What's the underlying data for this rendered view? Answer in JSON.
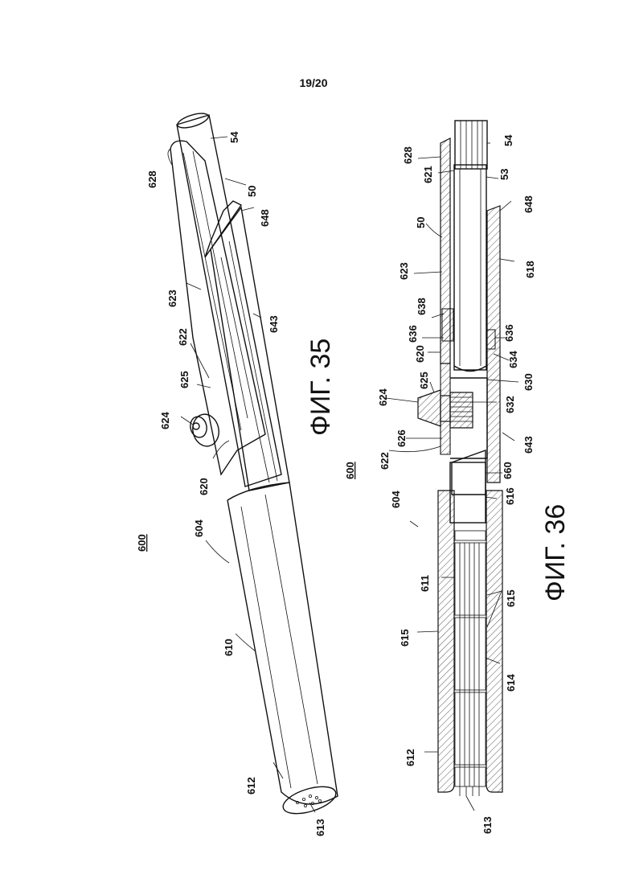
{
  "page": {
    "number": "19/20"
  },
  "figures": [
    {
      "id": "fig35",
      "caption": "ФИГ. 35",
      "assembly_ref": "600"
    },
    {
      "id": "fig36",
      "caption": "ФИГ. 36",
      "assembly_ref": "600"
    }
  ],
  "fig35_labels": {
    "l54": "54",
    "l628": "628",
    "l50": "50",
    "l648": "648",
    "l623": "623",
    "l643": "643",
    "l622": "622",
    "l625": "625",
    "l624": "624",
    "l620": "620",
    "l604": "604",
    "l600": "600",
    "l610": "610",
    "l612": "612",
    "l613": "613"
  },
  "fig36_labels": {
    "l54": "54",
    "l628": "628",
    "l53": "53",
    "l621": "621",
    "l648": "648",
    "l50": "50",
    "l618": "618",
    "l623": "623",
    "l638": "638",
    "l636a": "636",
    "l636b": "636",
    "l634": "634",
    "l620": "620",
    "l630": "630",
    "l625": "625",
    "l632": "632",
    "l624": "624",
    "l626": "626",
    "l622": "622",
    "l643": "643",
    "l660": "660",
    "l616": "616",
    "l600": "600",
    "l604": "604",
    "l611": "611",
    "l615a": "615",
    "l615b": "615",
    "l614": "614",
    "l612": "612",
    "l613": "613"
  }
}
